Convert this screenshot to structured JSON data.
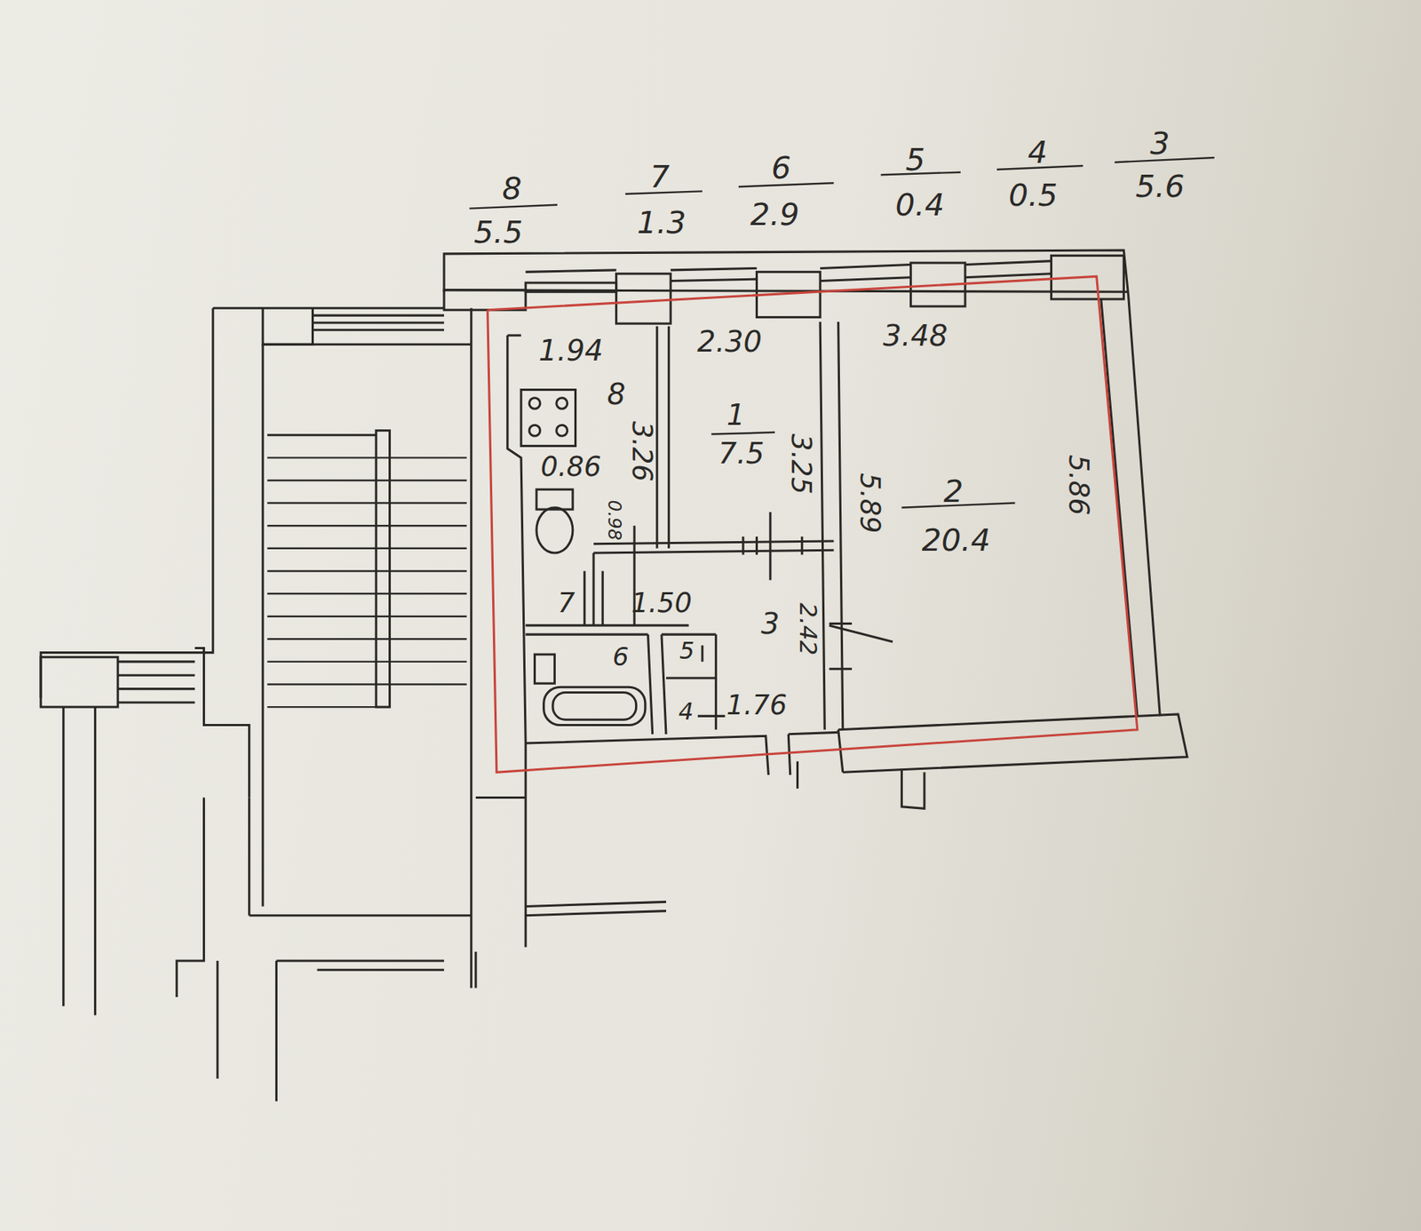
{
  "diagram": {
    "labels": [
      "8",
      "5.5",
      "7",
      "1.3",
      "6",
      "2.9",
      "5",
      "0.4",
      "4",
      "0.5",
      "3",
      "5.6",
      "1.94",
      "2.30",
      "3.48",
      "8",
      "3.26",
      "0.86",
      "1",
      "7.5",
      "3.25",
      "5.89",
      "2",
      "20.4",
      "5.86",
      "0.98",
      "7",
      "1.50",
      "3",
      "2.42",
      "6",
      "5",
      "4",
      "1.76"
    ]
  }
}
